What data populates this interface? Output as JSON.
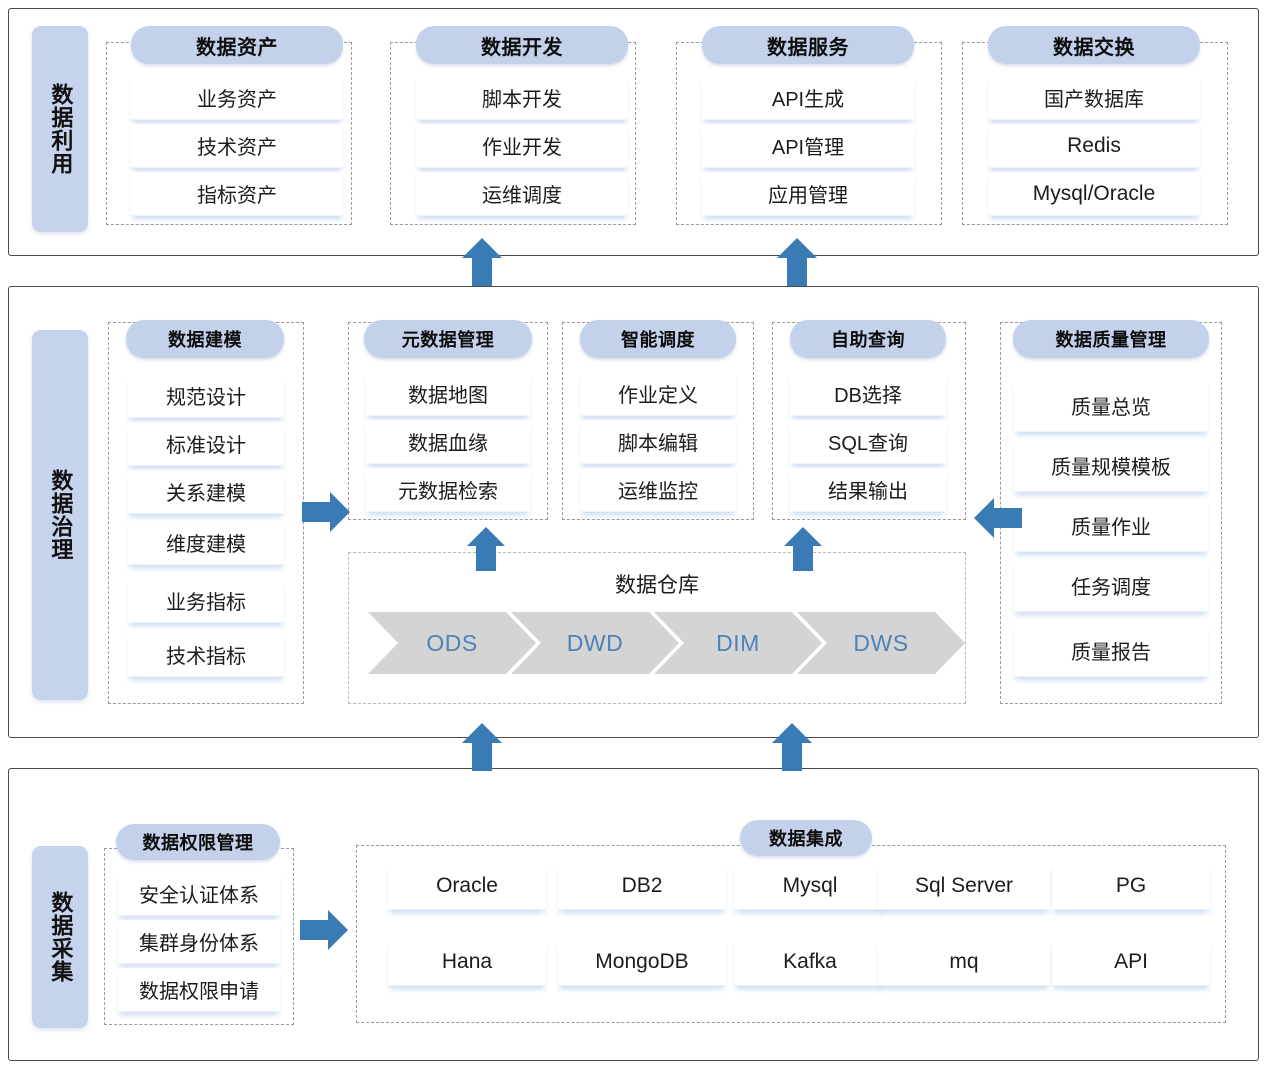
{
  "colors": {
    "pill": "#c3d2ea",
    "side_pill": "#c5d3ec",
    "arrow": "#3a7ab5",
    "chevron": "#d4d4d4",
    "chevron_text": "#4e83b8",
    "frame": "#4a4a4a",
    "dashed": "#9a9a9a"
  },
  "bands": [
    {
      "id": "use",
      "side_label": "数据利用",
      "groups": [
        {
          "title": "数据资产",
          "items": [
            "业务资产",
            "技术资产",
            "指标资产"
          ]
        },
        {
          "title": "数据开发",
          "items": [
            "脚本开发",
            "作业开发",
            "运维调度"
          ]
        },
        {
          "title": "数据服务",
          "items": [
            "API生成",
            "API管理",
            "应用管理"
          ]
        },
        {
          "title": "数据交换",
          "items": [
            "国产数据库",
            "Redis",
            "Mysql/Oracle"
          ]
        }
      ]
    },
    {
      "id": "governance",
      "side_label": "数据治理",
      "groups": [
        {
          "title": "数据建模",
          "items": [
            "规范设计",
            "标准设计",
            "关系建模",
            "维度建模",
            "业务指标",
            "技术指标"
          ]
        },
        {
          "title": "元数据管理",
          "items": [
            "数据地图",
            "数据血缘",
            "元数据检索"
          ]
        },
        {
          "title": "智能调度",
          "items": [
            "作业定义",
            "脚本编辑",
            "运维监控"
          ]
        },
        {
          "title": "自助查询",
          "items": [
            "DB选择",
            "SQL查询",
            "结果输出"
          ]
        },
        {
          "title": "数据质量管理",
          "items": [
            "质量总览",
            "质量规模模板",
            "质量作业",
            "任务调度",
            "质量报告"
          ]
        }
      ],
      "warehouse": {
        "title": "数据仓库",
        "stages": [
          "ODS",
          "DWD",
          "DIM",
          "DWS"
        ]
      }
    },
    {
      "id": "acquisition",
      "side_label": "数据采集",
      "groups": [
        {
          "title": "数据权限管理",
          "items": [
            "安全认证体系",
            "集群身份体系",
            "数据权限申请"
          ]
        }
      ],
      "integration": {
        "title": "数据集成",
        "row1": [
          "Oracle",
          "DB2",
          "Mysql",
          "Sql Server",
          "PG"
        ],
        "row2": [
          "Hana",
          "MongoDB",
          "Kafka",
          "mq",
          "API"
        ]
      }
    }
  ],
  "arrows": [
    {
      "name": "arrow-dev-up",
      "direction": "up"
    },
    {
      "name": "arrow-service-up",
      "direction": "up"
    },
    {
      "name": "arrow-model-right",
      "direction": "right"
    },
    {
      "name": "arrow-quality-left",
      "direction": "left"
    },
    {
      "name": "arrow-meta-up",
      "direction": "up"
    },
    {
      "name": "arrow-query-up",
      "direction": "up"
    },
    {
      "name": "arrow-acq-left-up",
      "direction": "up"
    },
    {
      "name": "arrow-acq-right-up",
      "direction": "up"
    },
    {
      "name": "arrow-perm-right",
      "direction": "right"
    }
  ]
}
